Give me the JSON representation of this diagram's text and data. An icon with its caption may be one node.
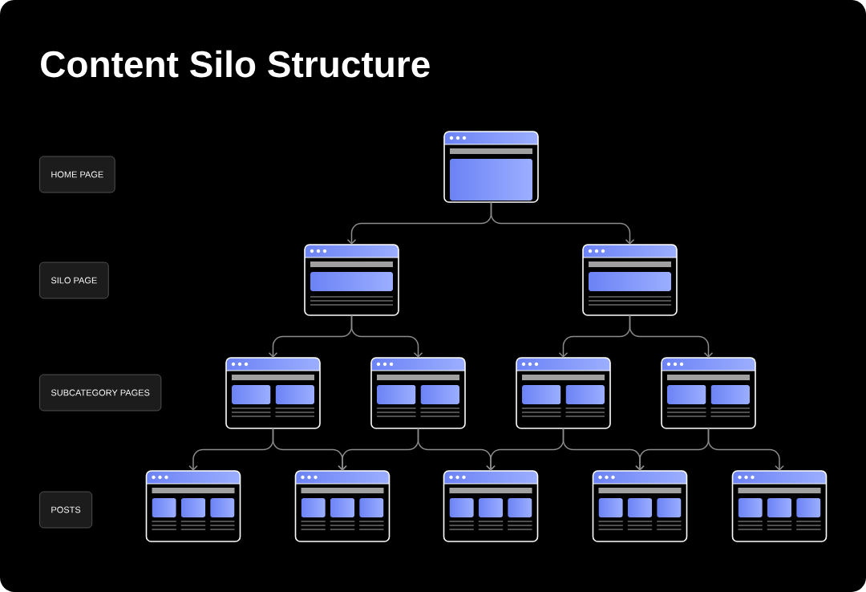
{
  "diagram": {
    "title": "Content Silo Structure",
    "nodes": [
      {
        "text": [
          "HOME PAGE"
        ]
      },
      {
        "text": [
          "SILO PAGE"
        ]
      },
      {
        "text": [
          "SUBCATEGORY PAGES"
        ]
      },
      {
        "text": [
          "POSTS"
        ]
      },
      {
        "text": [],
        "shape": "picture"
      },
      {
        "text": [],
        "shape": "picture"
      },
      {
        "text": [],
        "shape": "picture"
      },
      {
        "text": [],
        "shape": "picture"
      },
      {
        "text": [],
        "shape": "picture"
      },
      {
        "text": [],
        "shape": "picture"
      },
      {
        "text": [],
        "shape": "picture"
      },
      {
        "text": [],
        "shape": "picture"
      },
      {
        "text": [],
        "shape": "picture"
      },
      {
        "text": [],
        "shape": "picture"
      },
      {
        "text": [],
        "shape": "picture"
      },
      {
        "text": [],
        "shape": "picture"
      }
    ],
    "edges": [
      {
        "from": 4,
        "to": 5,
        "arrow": "to"
      },
      {
        "from": 4,
        "to": 6,
        "arrow": "to"
      },
      {
        "from": 5,
        "to": 7,
        "arrow": "to"
      },
      {
        "from": 5,
        "to": 8,
        "arrow": "to"
      },
      {
        "from": 6,
        "to": 9,
        "arrow": "to"
      },
      {
        "from": 6,
        "to": 10,
        "arrow": "to"
      },
      {
        "from": 7,
        "to": 11,
        "arrow": "to"
      },
      {
        "from": 7,
        "to": 12,
        "arrow": "to"
      },
      {
        "from": 8,
        "to": 12,
        "arrow": "to"
      },
      {
        "from": 8,
        "to": 13,
        "arrow": "to"
      },
      {
        "from": 9,
        "to": 13,
        "arrow": "to"
      },
      {
        "from": 9,
        "to": 14,
        "arrow": "to"
      },
      {
        "from": 10,
        "to": 14,
        "arrow": "to"
      },
      {
        "from": 10,
        "to": 15,
        "arrow": "to"
      }
    ]
  }
}
